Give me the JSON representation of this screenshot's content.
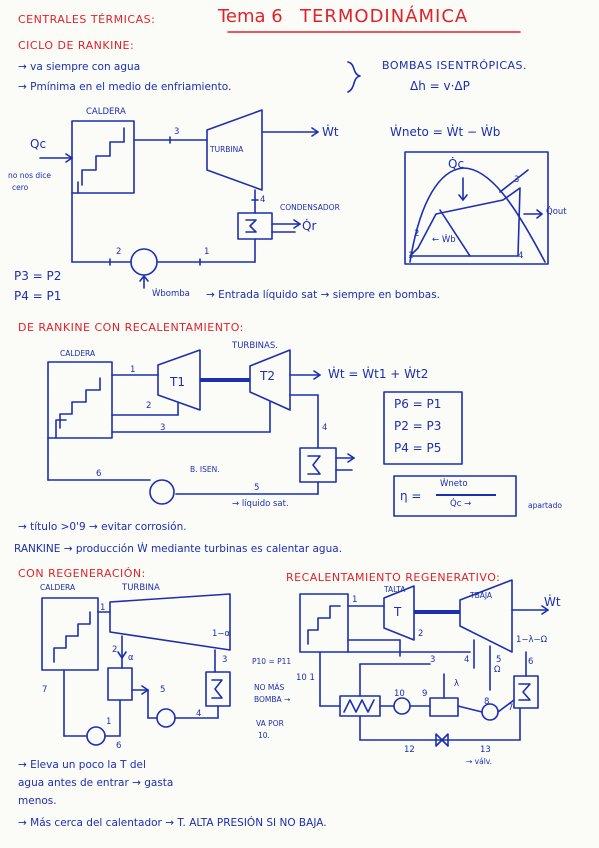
{
  "header": {
    "section": "CENTRALES TÉRMICAS:",
    "tema": "Tema 6",
    "title": "TERMODINÁMICA"
  },
  "rankine": {
    "heading": "CICLO DE RANKINE:",
    "note1": "→ va siempre con agua",
    "note2": "→ Pmínima en el medio de enfriamiento.",
    "bombas": "BOMBAS ISENTRÓPICAS.",
    "delta": "Δh = v·ΔP",
    "caldera": "CALDERA",
    "turbina": "TURBINA",
    "condensador": "CONDENSADOR",
    "qc": "Qc",
    "qc_note1": "no nos dice",
    "qc_note2": "cero",
    "wt": "Ẇt",
    "qr": "Q̇r",
    "wneto": "Ẇneto = Ẇt − Ẇb",
    "p3p2": "P3 = P2",
    "p4p1": "P4 = P1",
    "wbomba": "Ẇbomba",
    "entrada": "→ Entrada líquido sat → siempre en bombas.",
    "n1": "1",
    "n2": "2",
    "n3": "3",
    "n4": "4",
    "ts_qc": "Q̇c",
    "ts_qout": "Q̇out",
    "ts_wb": "← Ẇb",
    "ts_n1": "1",
    "ts_n2": "2",
    "ts_n3": "3",
    "ts_n4": "4"
  },
  "recalentamiento": {
    "heading": "DE RANKINE CON RECALENTAMIENTO:",
    "caldera": "CALDERA",
    "turbinas": "TURBINAS.",
    "t1": "T1",
    "t2": "T2",
    "wt_eq": "Ẇt = Ẇt1 + Ẇt2",
    "p6p1": "P6 = P1",
    "p2p3": "P2 = P3",
    "p4p5": "P4 = P5",
    "rend_lhs": "η =",
    "rend_num": "Ẇneto",
    "rend_den": "Q̇c →",
    "apartado": "apartado",
    "bisen": "B. ISEN.",
    "liquido": "→ líquido sat.",
    "titulo": "→ título >0'9 → evitar corrosión.",
    "rankine_note": "RANKINE → producción Ẇ mediante turbinas es calentar agua.",
    "n1": "1",
    "n2": "2",
    "n3": "3",
    "n4": "4",
    "n5": "5",
    "n6": "6"
  },
  "regeneracion": {
    "heading": "CON REGENERACIÓN:",
    "caldera": "CALDERA",
    "turbina": "TURBINA",
    "one_minus_a": "1−α",
    "alpha": "α",
    "p10": "P10 = P11",
    "nomas1": "NO MÁS",
    "nomas2": "BOMBA →",
    "nomas3": "VA POR",
    "nomas4": "10.",
    "idx11": "10 1",
    "eleva1": "→ Eleva un poco la T del",
    "eleva2": "agua antes de entrar → gasta",
    "eleva3": "menos.",
    "mas_cerca": "→ Más cerca del calentador → T. ALTA PRESIÓN SI NO BAJA.",
    "n1": "1",
    "n2": "2",
    "n3": "3",
    "n4": "4",
    "n5": "5",
    "n6": "6",
    "n7": "7",
    "n1b": "1"
  },
  "recal_regen": {
    "heading": "RECALENTAMIENTO REGENERATIVO:",
    "talta": "TALTA",
    "tbaja": "TBAJA",
    "t": "T",
    "wt": "Ẇt",
    "one_minus": "1−λ−Ω",
    "lambda": "λ",
    "omega": "Ω",
    "n1": "1",
    "n2": "2",
    "n3": "3",
    "n4": "4",
    "n5": "5",
    "n6": "6",
    "n7": "7",
    "n8": "8",
    "n9": "9",
    "n10": "10",
    "n12": "12",
    "n13": "13",
    "valv": "→ válv."
  }
}
